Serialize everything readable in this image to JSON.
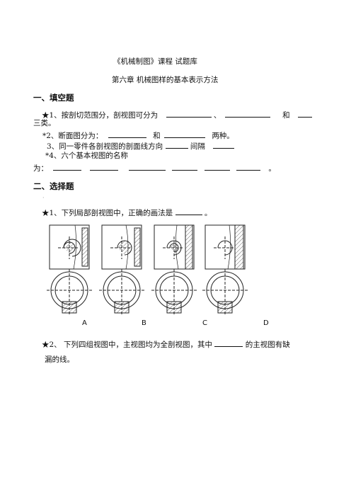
{
  "header": {
    "title": "《机械制图》课程 试题库",
    "chapter": "第六章 机械图样的基本表示方法"
  },
  "section1": {
    "heading": "一、填空题",
    "q1_text": "★1、按剖切范围分，剖视图可分为",
    "q1_sep1": "、",
    "q1_sep2": "和",
    "q1_end": "三类。",
    "q2_text": "*2、断面图分为：",
    "q2_mid": "和",
    "q2_end": "两种。",
    "q3_text": "3、同一零件各剖视图的剖面线方向",
    "q3_mid": "间隔",
    "q4_text": "*4、六个基本视图的名称",
    "q4_prefix": "为：",
    "q4_end": "。"
  },
  "section2": {
    "heading": "二、选择题",
    "dot": "·",
    "q1_text": "★1、下列局部剖视图中，正确的画法是",
    "q1_end": "。",
    "options": [
      "A",
      "B",
      "C",
      "D"
    ],
    "q2_line1": "★2、 下列四组视图中，主视图均为全剖视图，其中",
    "q2_line1_end": "的主视图有缺",
    "q2_line2": "漏的线。"
  }
}
